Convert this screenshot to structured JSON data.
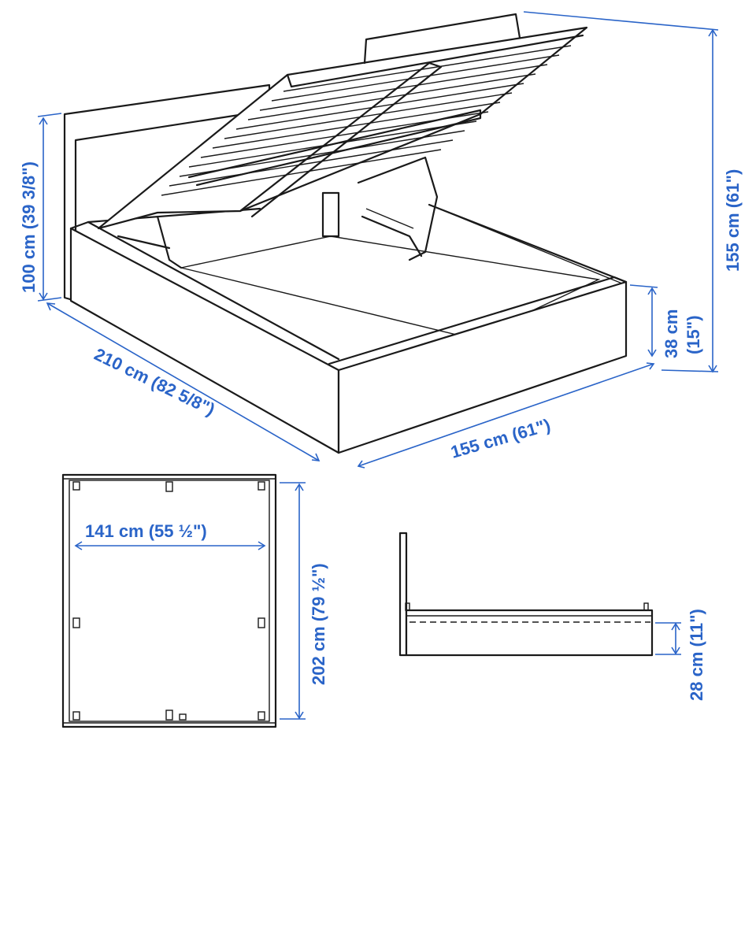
{
  "colors": {
    "dimension": "#2a64c8",
    "outline": "#1a1a1a",
    "background": "#ffffff"
  },
  "labels": {
    "headboard_height": "100 cm (39 3/8\")",
    "frame_length": "210 cm (82 5/8\")",
    "frame_width": "155 cm (61\")",
    "total_height": "155 cm (61\")",
    "frame_height": "38 cm (15\")",
    "inner_width": "141 cm (55 ½\")",
    "inner_length": "202 cm (79 ½\")",
    "storage_depth": "28 cm (11\")"
  },
  "labels_split": {
    "frame_height_cm": "38 cm",
    "frame_height_in": "(15\")"
  }
}
